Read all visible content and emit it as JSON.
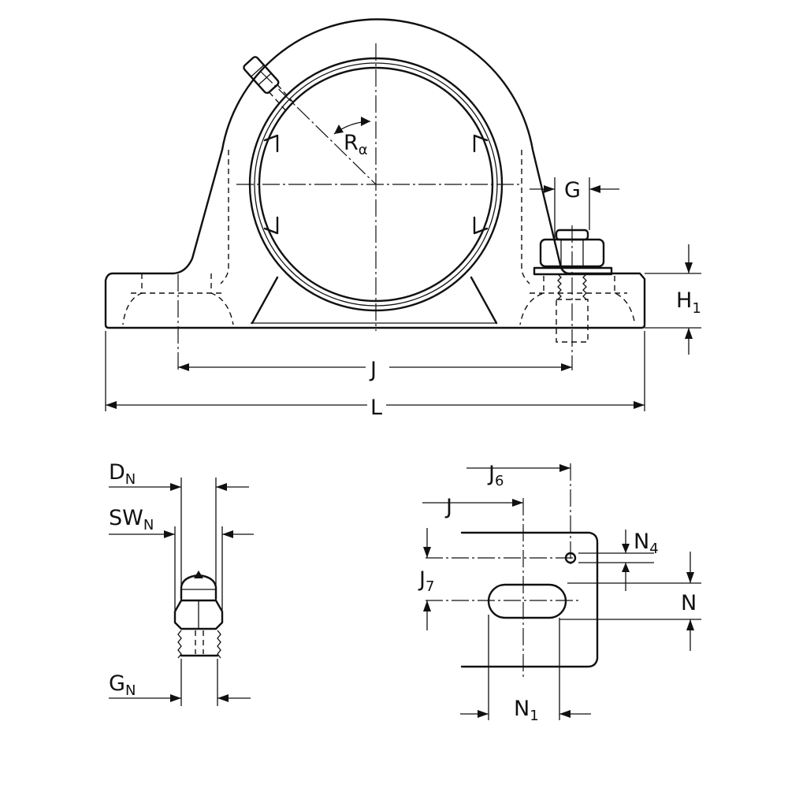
{
  "labels": {
    "r_alpha": {
      "main": "R",
      "sub": "α"
    },
    "g": {
      "main": "G",
      "sub": ""
    },
    "h1": {
      "main": "H",
      "sub": "1"
    },
    "j_top": {
      "main": "J",
      "sub": ""
    },
    "l": {
      "main": "L",
      "sub": ""
    },
    "dn": {
      "main": "D",
      "sub": "N"
    },
    "swn": {
      "main": "SW",
      "sub": "N"
    },
    "gn": {
      "main": "G",
      "sub": "N"
    },
    "j6": {
      "main": "J",
      "sub": "6"
    },
    "j_bottom": {
      "main": "J",
      "sub": ""
    },
    "n4": {
      "main": "N",
      "sub": "4"
    },
    "j7": {
      "main": "J",
      "sub": "7"
    },
    "n": {
      "main": "N",
      "sub": ""
    },
    "n1": {
      "main": "N",
      "sub": "1"
    }
  }
}
